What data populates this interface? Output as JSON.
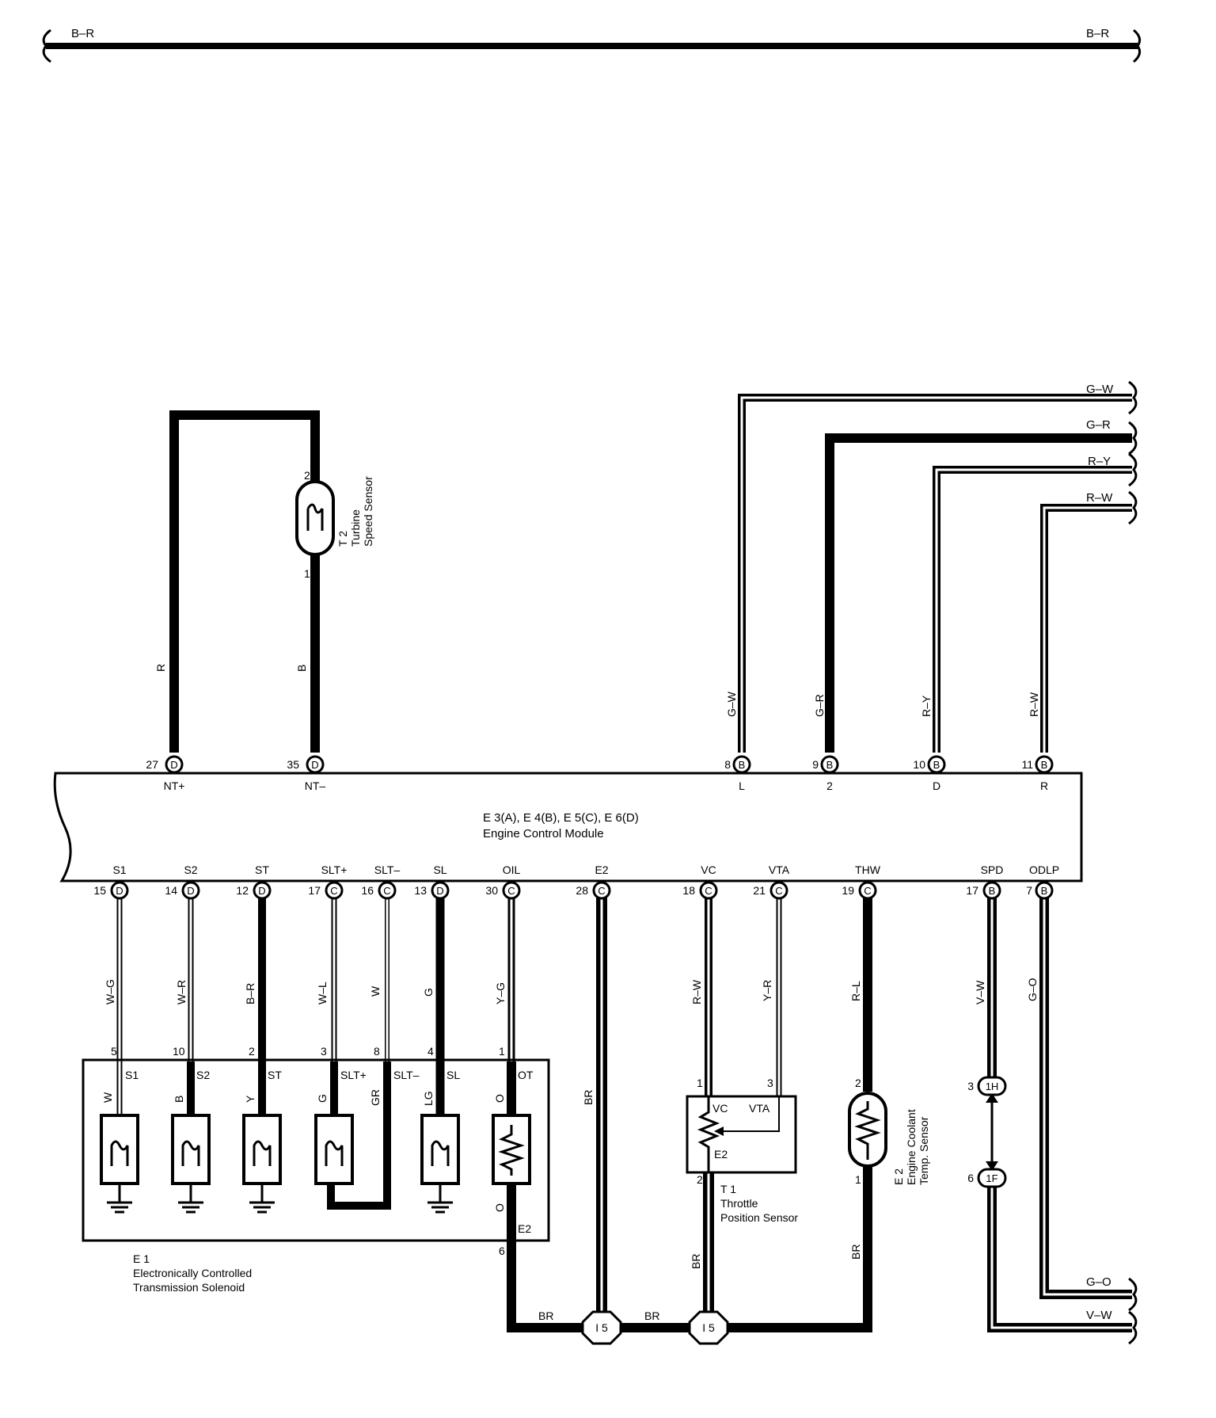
{
  "top_bus": {
    "left": "B–R",
    "right": "B–R"
  },
  "turbine_sensor": {
    "id": "T 2",
    "line1": "Turbine",
    "line2": "Speed Sensor",
    "pin_top": "2",
    "pin_bottom": "1",
    "wire_left": "R",
    "wire_right": "B"
  },
  "ecm": {
    "id_line": "E 3(A), E 4(B), E 5(C), E 6(D)",
    "name": "Engine Control Module",
    "top_pins": [
      {
        "num": "27",
        "conn": "D",
        "label": "NT+"
      },
      {
        "num": "35",
        "conn": "D",
        "label": "NT–"
      },
      {
        "num": "8",
        "conn": "B",
        "label": "L"
      },
      {
        "num": "9",
        "conn": "B",
        "label": "2"
      },
      {
        "num": "10",
        "conn": "B",
        "label": "D"
      },
      {
        "num": "11",
        "conn": "B",
        "label": "R"
      }
    ],
    "bottom_pins": [
      {
        "num": "15",
        "conn": "D",
        "label": "S1"
      },
      {
        "num": "14",
        "conn": "D",
        "label": "S2"
      },
      {
        "num": "12",
        "conn": "D",
        "label": "ST"
      },
      {
        "num": "17",
        "conn": "C",
        "label": "SLT+"
      },
      {
        "num": "16",
        "conn": "C",
        "label": "SLT–"
      },
      {
        "num": "13",
        "conn": "D",
        "label": "SL"
      },
      {
        "num": "30",
        "conn": "C",
        "label": "OIL"
      },
      {
        "num": "28",
        "conn": "C",
        "label": "E2"
      },
      {
        "num": "18",
        "conn": "C",
        "label": "VC"
      },
      {
        "num": "21",
        "conn": "C",
        "label": "VTA"
      },
      {
        "num": "19",
        "conn": "C",
        "label": "THW"
      },
      {
        "num": "17",
        "conn": "B",
        "label": "SPD"
      },
      {
        "num": "7",
        "conn": "B",
        "label": "ODLP"
      }
    ]
  },
  "right_wires": [
    {
      "label": "G–W",
      "vlabel": "G–W"
    },
    {
      "label": "G–R",
      "vlabel": "G–R"
    },
    {
      "label": "R–Y",
      "vlabel": "R–Y"
    },
    {
      "label": "R–W",
      "vlabel": "R–W"
    }
  ],
  "bottom_wire_colors": [
    "W–G",
    "W–R",
    "B–R",
    "W–L",
    "W",
    "G",
    "Y–G",
    "BR",
    "R–W",
    "Y–R",
    "R–L",
    "V–W",
    "G–O"
  ],
  "solenoid": {
    "id": "E 1",
    "line1": "Electronically Controlled",
    "line2": "Transmission Solenoid",
    "pins": [
      "5",
      "10",
      "2",
      "3",
      "8",
      "4",
      "1"
    ],
    "terms": [
      "S1",
      "S2",
      "ST",
      "SLT+",
      "SLT–",
      "SL",
      "OT"
    ],
    "inner_colors": [
      "W",
      "B",
      "Y",
      "G",
      "GR",
      "LG",
      "O"
    ],
    "bottom_pin": "6",
    "bottom_color": "O",
    "bottom_term": "E2"
  },
  "throttle": {
    "id": "T 1",
    "line1": "Throttle",
    "line2": "Position Sensor",
    "pin_vc": "1",
    "pin_vta": "3",
    "pin_e2": "2",
    "vc": "VC",
    "vta": "VTA",
    "e2": "E2",
    "wire_below": "BR"
  },
  "coolant": {
    "id": "E 2",
    "line1": "Engine Coolant",
    "line2": "Temp. Sensor",
    "pin_top": "2",
    "pin_bottom": "1",
    "wire_below": "BR"
  },
  "junctions": {
    "upper": {
      "num": "3",
      "label": "1H"
    },
    "lower": {
      "num": "6",
      "label": "1F"
    }
  },
  "ground_splice": {
    "label1": "I 5",
    "label2": "I 5",
    "wire1": "BR",
    "wire2": "BR"
  },
  "right_bottom": {
    "go": "G–O",
    "vw": "V–W"
  }
}
